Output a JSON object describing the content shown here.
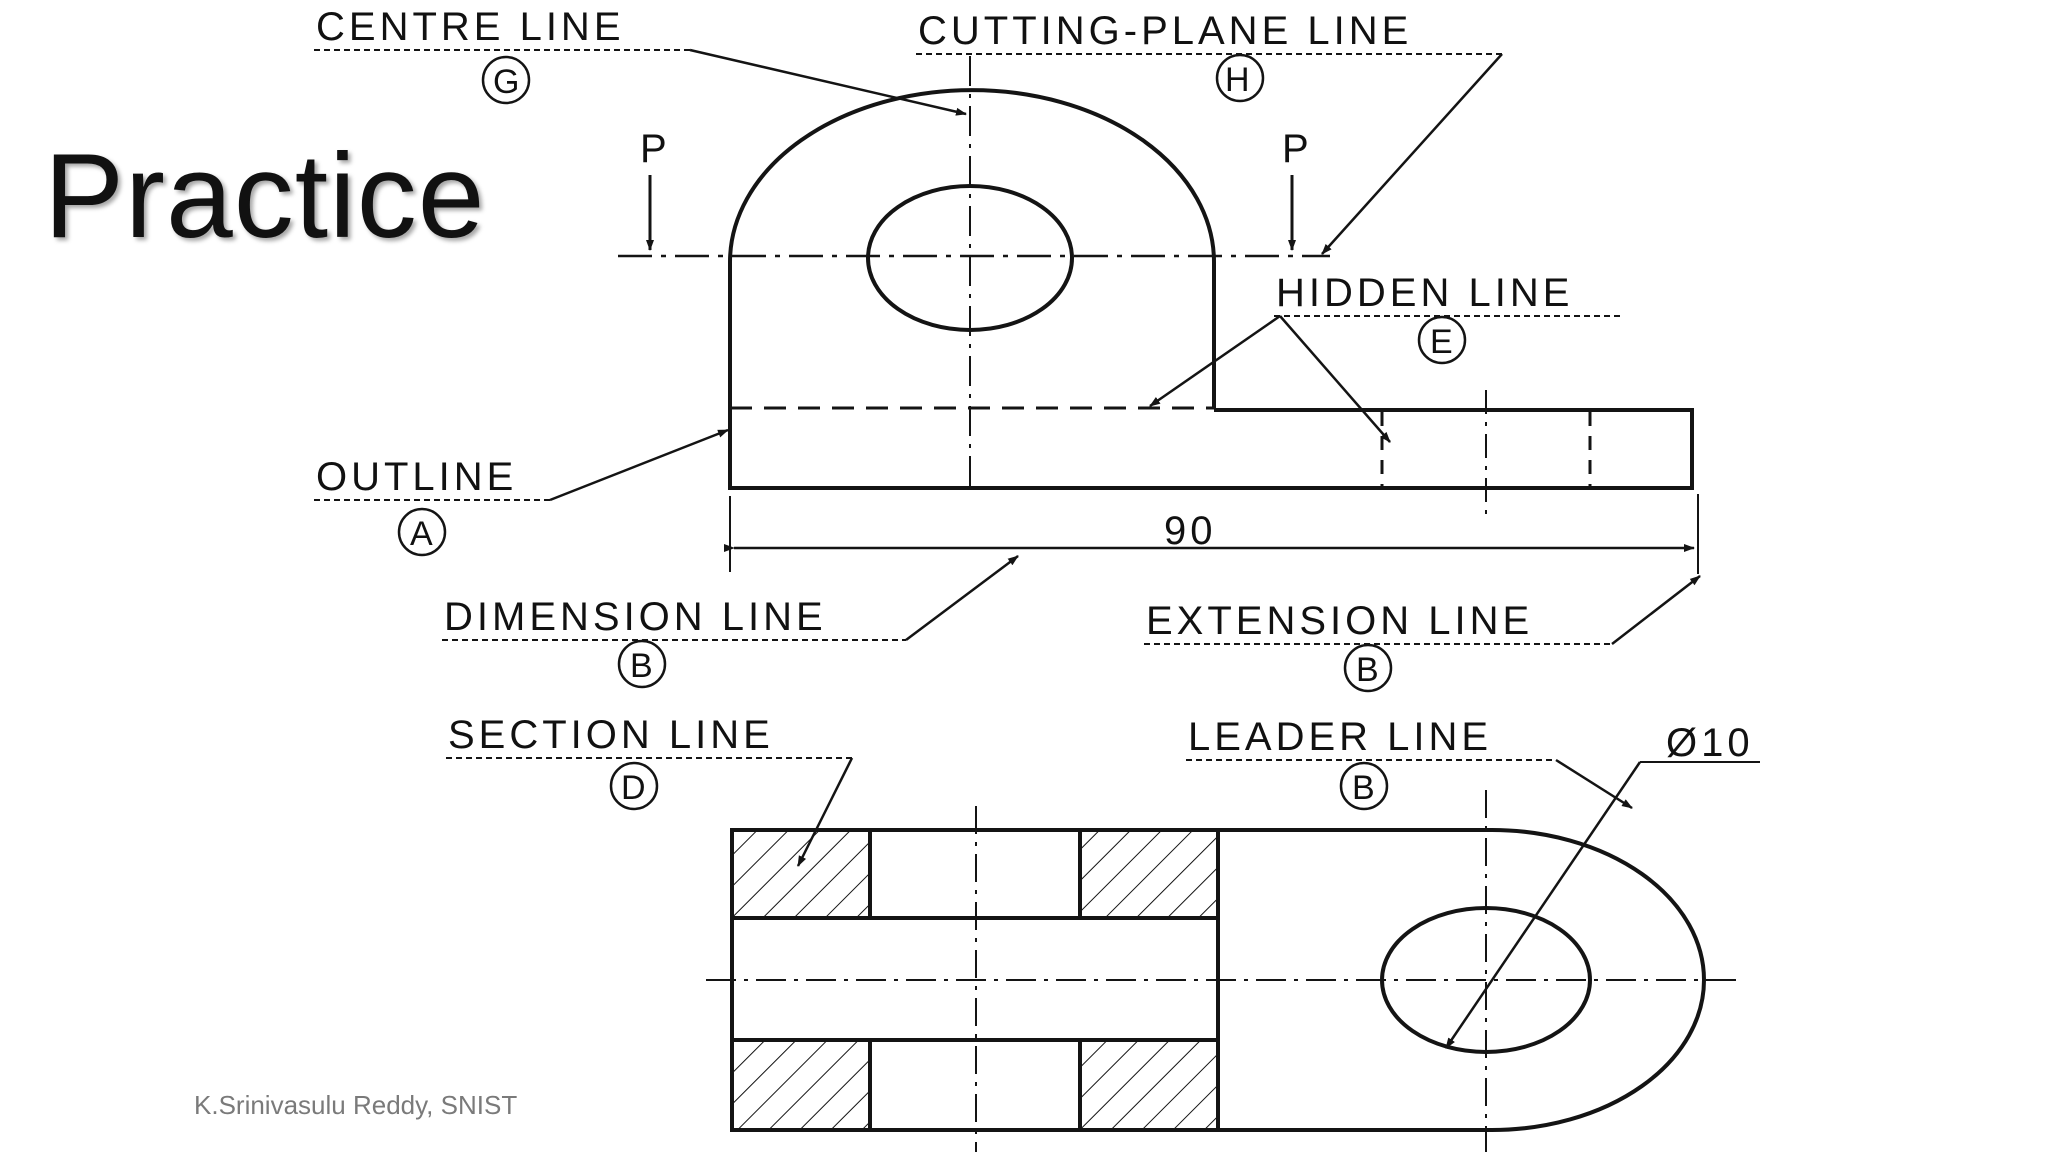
{
  "title": "Practice",
  "footer": {
    "author": "K.Srinivasulu Reddy, SNIST"
  },
  "labels": {
    "centre_line": {
      "text": "CENTRE LINE",
      "code": "G"
    },
    "cutting_plane_line": {
      "text": "CUTTING-PLANE LINE",
      "code": "H"
    },
    "hidden_line": {
      "text": "HIDDEN LINE",
      "code": "E"
    },
    "outline": {
      "text": "OUTLINE",
      "code": "A"
    },
    "dimension_line": {
      "text": "DIMENSION LINE",
      "code": "B"
    },
    "extension_line": {
      "text": "EXTENSION LINE",
      "code": "B"
    },
    "section_line": {
      "text": "SECTION LINE",
      "code": "D"
    },
    "leader_line": {
      "text": "LEADER LINE",
      "code": "B"
    }
  },
  "drawing": {
    "cut_mark_left": "P",
    "cut_mark_right": "P",
    "dimension_value": "90",
    "diameter_value": "Ø10"
  },
  "colors": {
    "ink": "#141414",
    "accent": "#2a7a2a",
    "footer": "#7a7a7a"
  }
}
